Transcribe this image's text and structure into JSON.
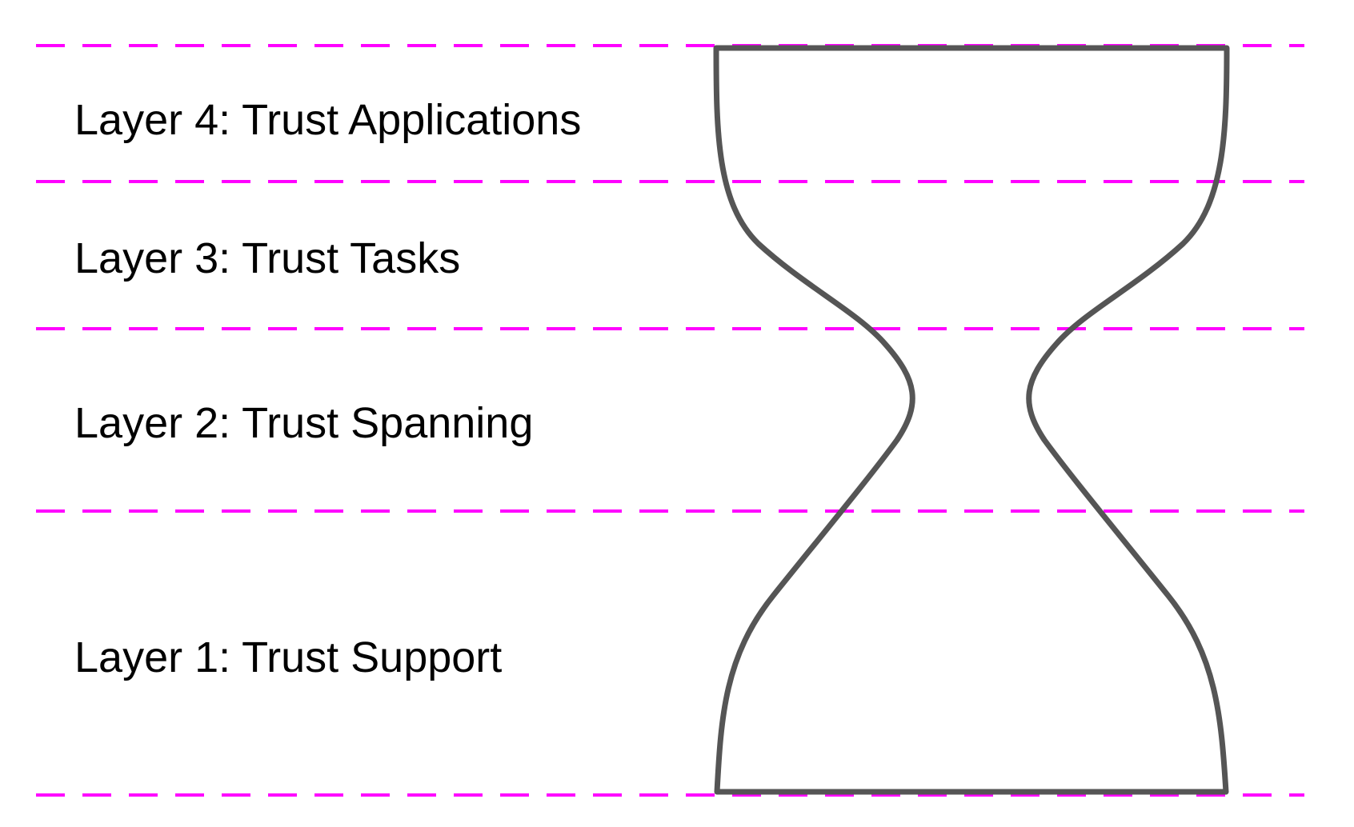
{
  "layers": [
    {
      "label": "Layer 4: Trust Applications"
    },
    {
      "label": "Layer 3: Trust Tasks"
    },
    {
      "label": "Layer 2: Trust Spanning"
    },
    {
      "label": "Layer 1: Trust Support"
    }
  ],
  "colors": {
    "divider": "#ff00ff",
    "hourglass": "#555555",
    "text": "#000000",
    "background": "#ffffff"
  }
}
